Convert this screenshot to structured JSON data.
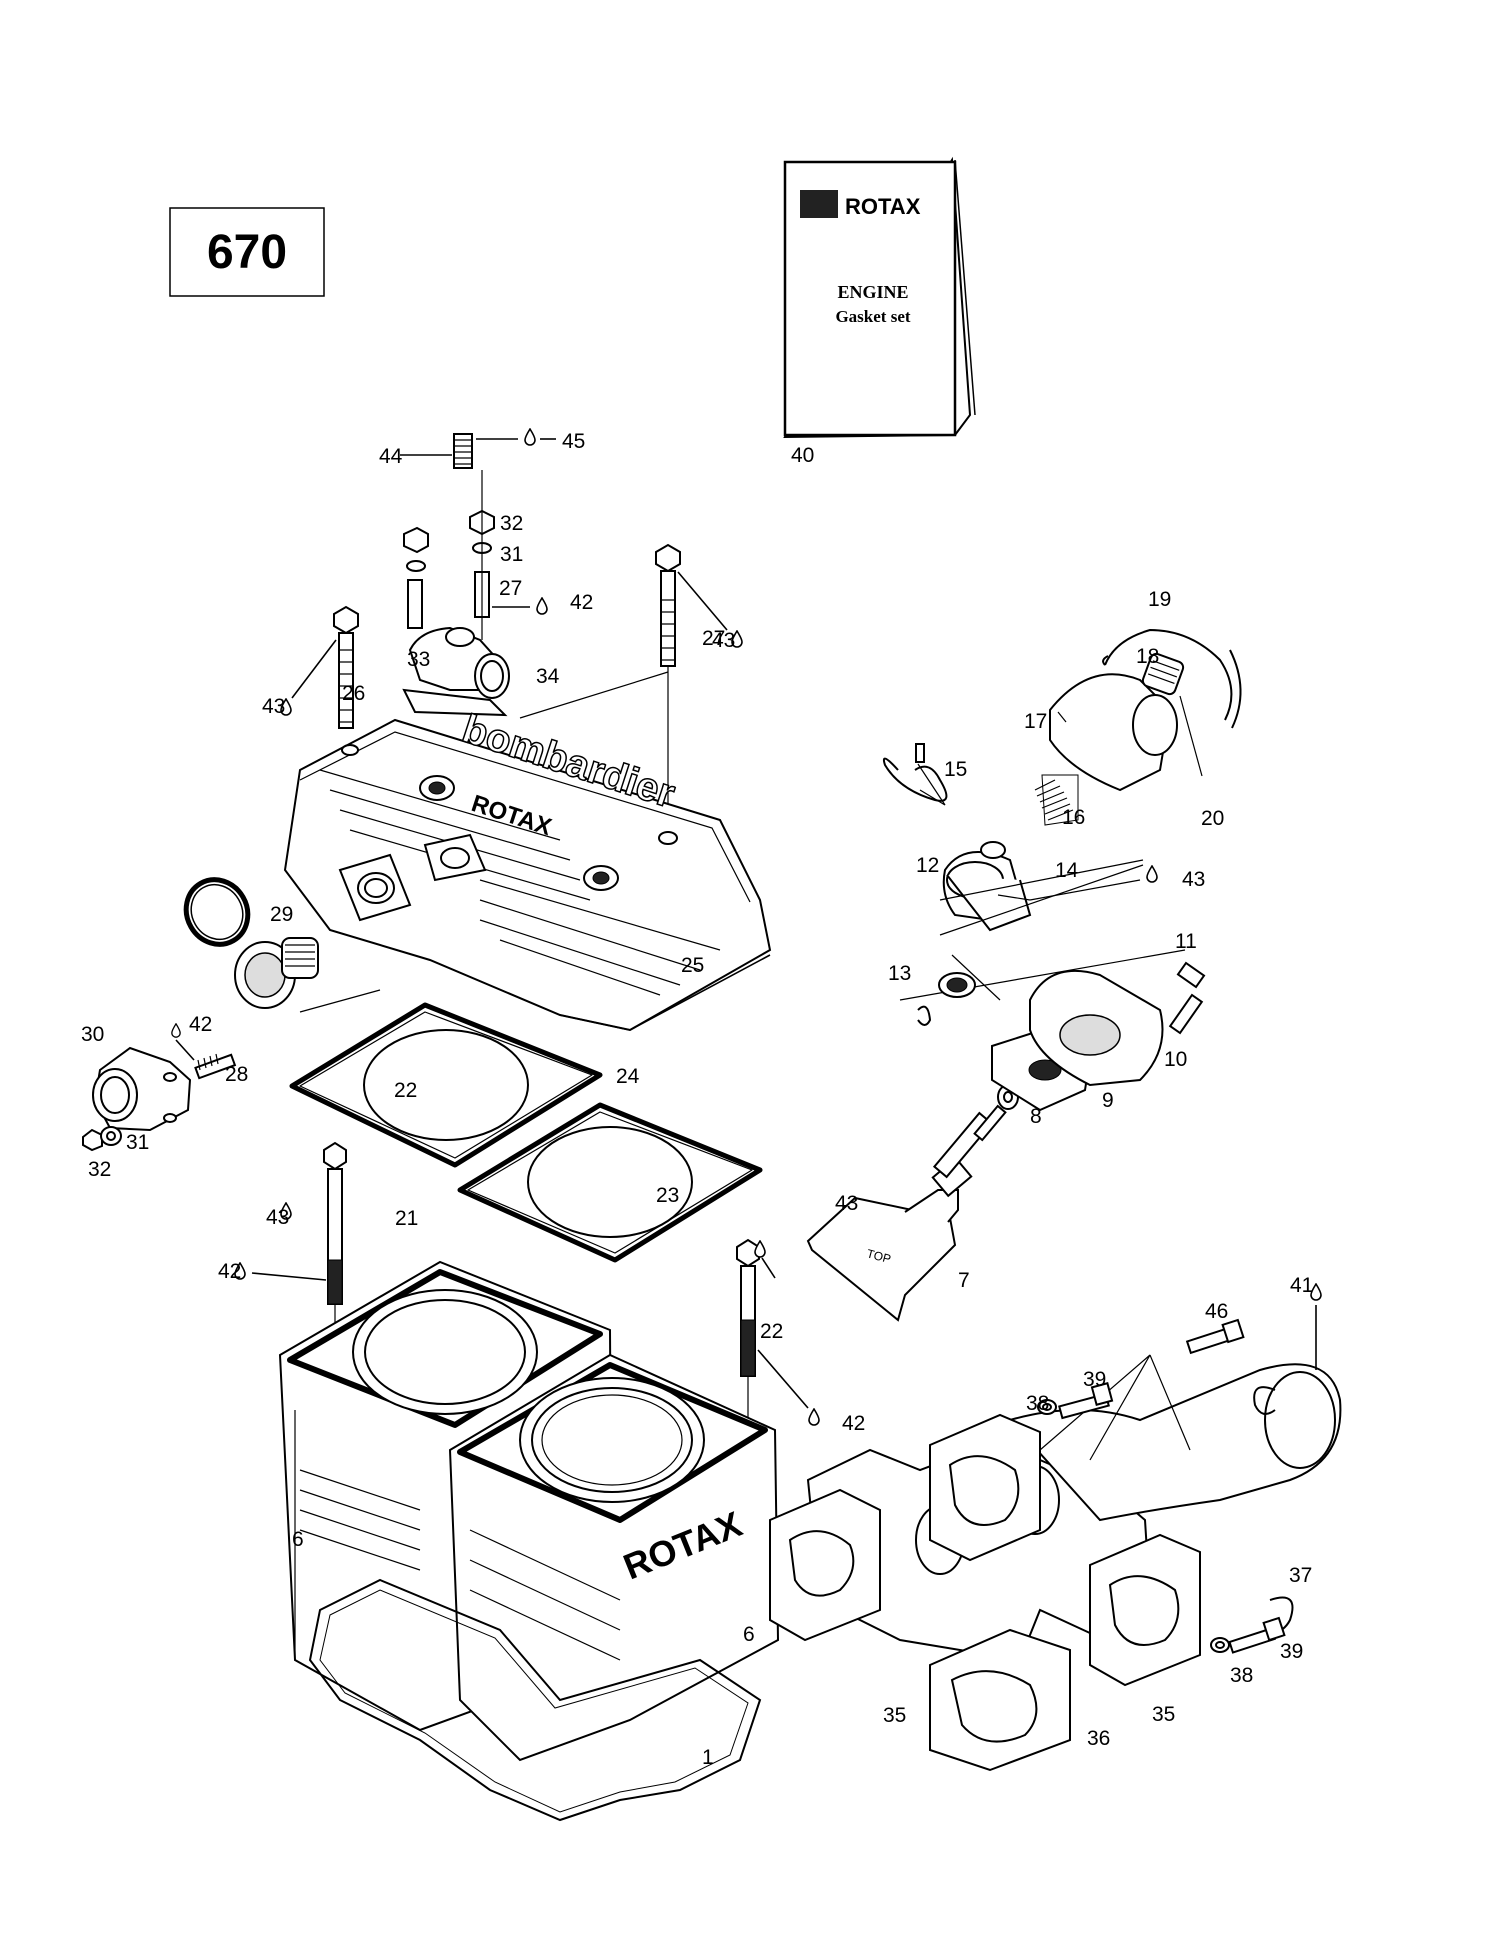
{
  "diagram": {
    "page_number": "670",
    "gasket_set": {
      "brand": "ROTAX",
      "line1": "ENGINE",
      "line2": "Gasket set"
    },
    "part_labels": [
      "1",
      "6",
      "6",
      "7",
      "8",
      "9",
      "10",
      "11",
      "12",
      "13",
      "14",
      "15",
      "16",
      "17",
      "18",
      "19",
      "20",
      "21",
      "22",
      "22",
      "23",
      "24",
      "25",
      "26",
      "27",
      "27",
      "28",
      "29",
      "30",
      "31",
      "31",
      "32",
      "32",
      "33",
      "34",
      "35",
      "35",
      "36",
      "37",
      "38",
      "38",
      "39",
      "39",
      "40",
      "41",
      "42",
      "42",
      "42",
      "42",
      "43",
      "43",
      "43",
      "43",
      "43",
      "44",
      "45",
      "46"
    ],
    "castings": {
      "cylinder_head": "bombardier",
      "cylinder_head_2": "ROTAX",
      "cylinder": "ROTAX",
      "piston": "TOP"
    }
  }
}
